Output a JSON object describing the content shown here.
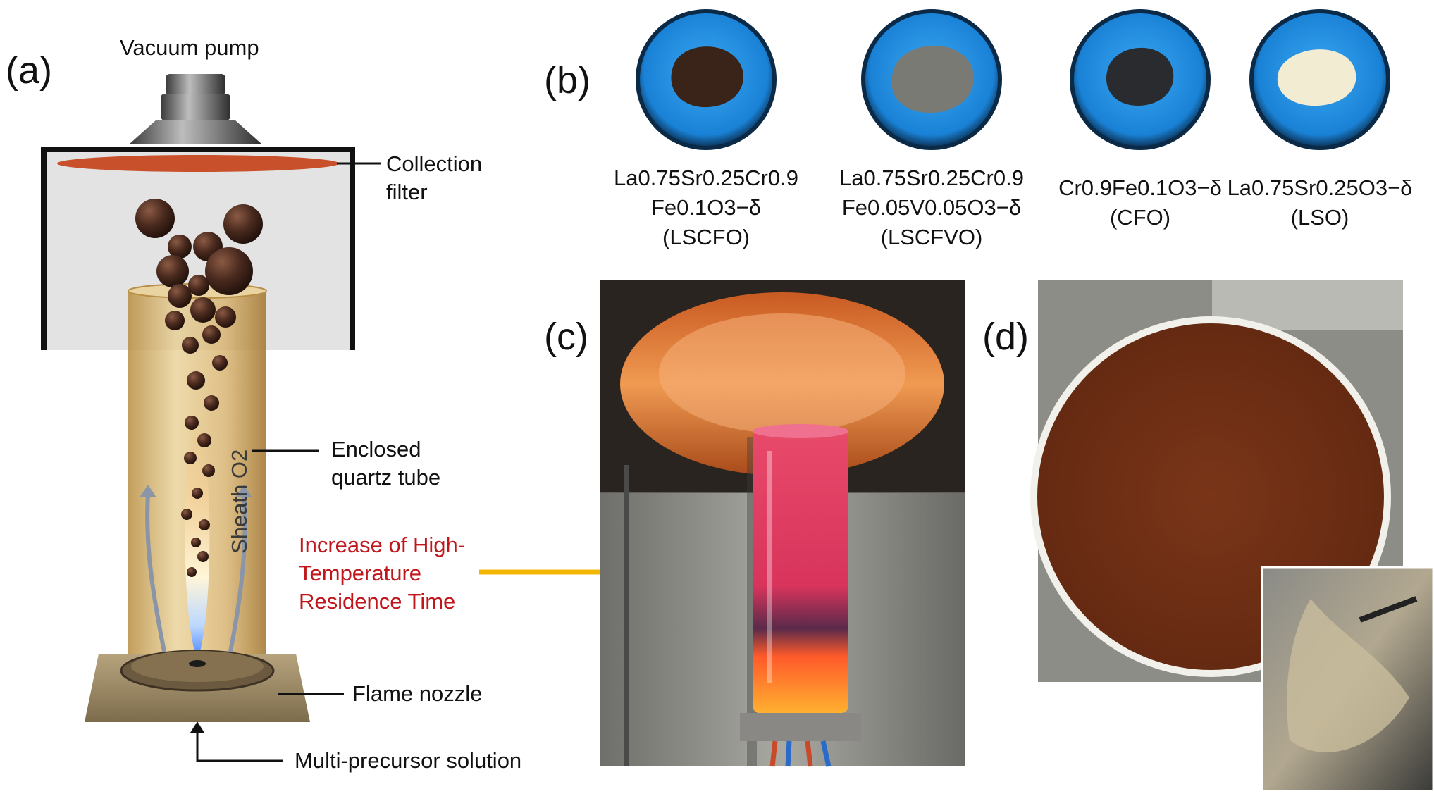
{
  "panels": {
    "a": "(a)",
    "b": "(b)",
    "c": "(c)",
    "d": "(d)"
  },
  "labels": {
    "vacuum_pump": "Vacuum pump",
    "collection_filter_1": "Collection",
    "collection_filter_2": "filter",
    "quartz_tube_1": "Enclosed",
    "quartz_tube_2": "quartz tube",
    "sheath_o2": "Sheath O2",
    "flame_nozzle": "Flame nozzle",
    "precursor": "Multi-precursor solution",
    "residence_1": "Increase of High-",
    "residence_2": "Temperature",
    "residence_3": "Residence Time"
  },
  "samples": [
    {
      "line1": "La0.75Sr0.25Cr0.9",
      "line2": "Fe0.1O3−δ",
      "line3": "(LSCFO)"
    },
    {
      "line1": "La0.75Sr0.25Cr0.9",
      "line2": "Fe0.05V0.05O3−δ",
      "line3": "(LSCFVO)"
    },
    {
      "line1": "Cr0.9Fe0.1O3−δ",
      "line2": "(CFO)"
    },
    {
      "line1": "La0.75Sr0.25O3−δ",
      "line2": "(LSO)"
    }
  ],
  "colors": {
    "accent_red": "#c0161c",
    "arrow_yellow": "#f2b705",
    "dish_blue": "#1e90e0",
    "tube_amber": "#d9b56a",
    "filter_orange": "#c8502a"
  }
}
